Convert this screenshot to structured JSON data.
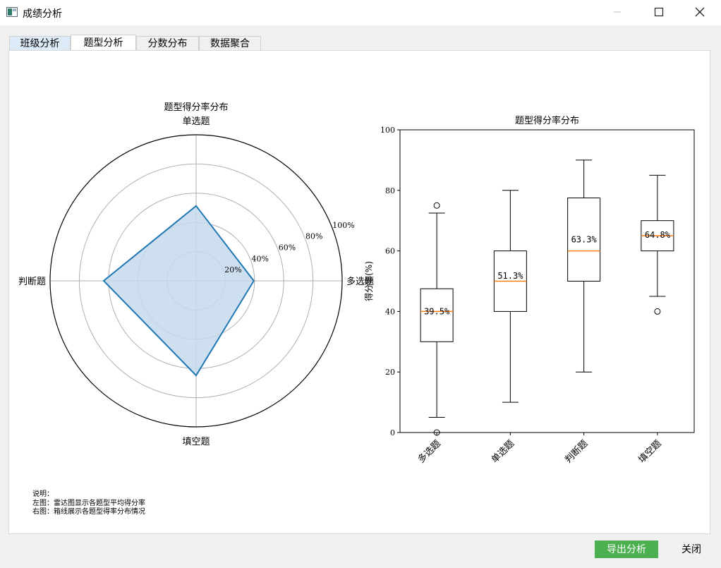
{
  "window": {
    "title": "成绩分析",
    "icon": "chart-window-icon",
    "controls": [
      "minimize-icon",
      "maximize-icon",
      "close-icon"
    ]
  },
  "tabs": [
    {
      "label": "班级分析"
    },
    {
      "label": "题型分析"
    },
    {
      "label": "分数分布"
    },
    {
      "label": "数据聚合"
    }
  ],
  "active_tab": "题型分析",
  "note": {
    "lines": [
      "说明：",
      "左图：雷达图显示各题型平均得分率",
      "右图：箱线展示各题型得率分布情况"
    ]
  },
  "buttons": {
    "export": "导出分析",
    "close": "关闭"
  },
  "colors": {
    "export_button": "#4caf50",
    "radar_line": "#1f77b4",
    "radar_fill": "#c5d9ec",
    "median_line": "#ff7f0e"
  },
  "chart_data": [
    {
      "type": "radar",
      "title": "题型得分率分布",
      "axes": [
        "单选题",
        "多选题",
        "填空题",
        "判断题"
      ],
      "values": [
        51.3,
        39.5,
        64.8,
        63.3
      ],
      "radial_ticks": [
        "20%",
        "40%",
        "60%",
        "80%",
        "100%"
      ],
      "radial_range": [
        0,
        100
      ],
      "grid": true
    },
    {
      "type": "box",
      "title": "题型得分率分布",
      "ylabel": "得分率(%)",
      "ylim": [
        0,
        100
      ],
      "yticks": [
        0,
        20,
        40,
        60,
        80,
        100
      ],
      "categories": [
        "多选题",
        "单选题",
        "判断题",
        "填空题"
      ],
      "boxes": [
        {
          "whisker_low": 5,
          "q1": 30,
          "median": 40,
          "q3": 47.5,
          "whisker_high": 72.5,
          "outliers": [
            0,
            75
          ],
          "mean_label": "39.5%"
        },
        {
          "whisker_low": 10,
          "q1": 40,
          "median": 50,
          "q3": 60,
          "whisker_high": 80,
          "outliers": [],
          "mean_label": "51.3%"
        },
        {
          "whisker_low": 20,
          "q1": 50,
          "median": 60,
          "q3": 77.5,
          "whisker_high": 90,
          "outliers": [],
          "mean_label": "63.3%"
        },
        {
          "whisker_low": 45,
          "q1": 60,
          "median": 65,
          "q3": 70,
          "whisker_high": 85,
          "outliers": [
            40
          ],
          "mean_label": "64.8%"
        }
      ]
    }
  ]
}
